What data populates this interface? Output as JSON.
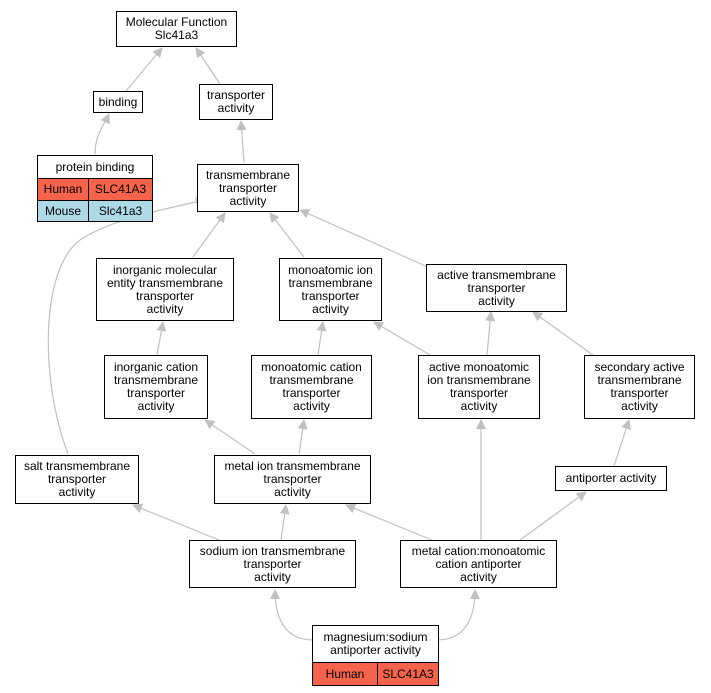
{
  "colors": {
    "human": "#f4634a",
    "mouse": "#add8e6",
    "edge": "#c0c0c0",
    "border": "#000000"
  },
  "nodes": {
    "mf": {
      "label": "Molecular Function\nSlc41a3"
    },
    "binding": {
      "label": "binding"
    },
    "transporter": {
      "label": "transporter\nactivity"
    },
    "protein_binding": {
      "label": "protein binding",
      "rows": [
        {
          "species": "Human",
          "gene": "SLC41A3"
        },
        {
          "species": "Mouse",
          "gene": "Slc41a3"
        }
      ]
    },
    "tm_transporter": {
      "label": "transmembrane\ntransporter\nactivity"
    },
    "inorganic_molecular": {
      "label": "inorganic molecular\nentity transmembrane\ntransporter\nactivity"
    },
    "monoatomic_ion": {
      "label": "monoatomic ion\ntransmembrane\ntransporter\nactivity"
    },
    "active_tm": {
      "label": "active transmembrane\ntransporter\nactivity"
    },
    "inorganic_cation": {
      "label": "inorganic cation\ntransmembrane\ntransporter\nactivity"
    },
    "monoatomic_cation": {
      "label": "monoatomic cation\ntransmembrane\ntransporter\nactivity"
    },
    "active_monoatomic": {
      "label": "active monoatomic\nion transmembrane\ntransporter\nactivity"
    },
    "secondary_active": {
      "label": "secondary active\ntransmembrane\ntransporter\nactivity"
    },
    "salt_tm": {
      "label": "salt transmembrane\ntransporter\nactivity"
    },
    "metal_ion": {
      "label": "metal ion transmembrane\ntransporter\nactivity"
    },
    "antiporter": {
      "label": "antiporter activity"
    },
    "sodium_ion": {
      "label": "sodium ion transmembrane\ntransporter\nactivity"
    },
    "metal_cation": {
      "label": "metal cation:monoatomic\ncation antiporter\nactivity"
    },
    "mg_na": {
      "label": "magnesium:sodium\nantiporter activity",
      "rows": [
        {
          "species": "Human",
          "gene": "SLC41A3"
        }
      ]
    }
  }
}
